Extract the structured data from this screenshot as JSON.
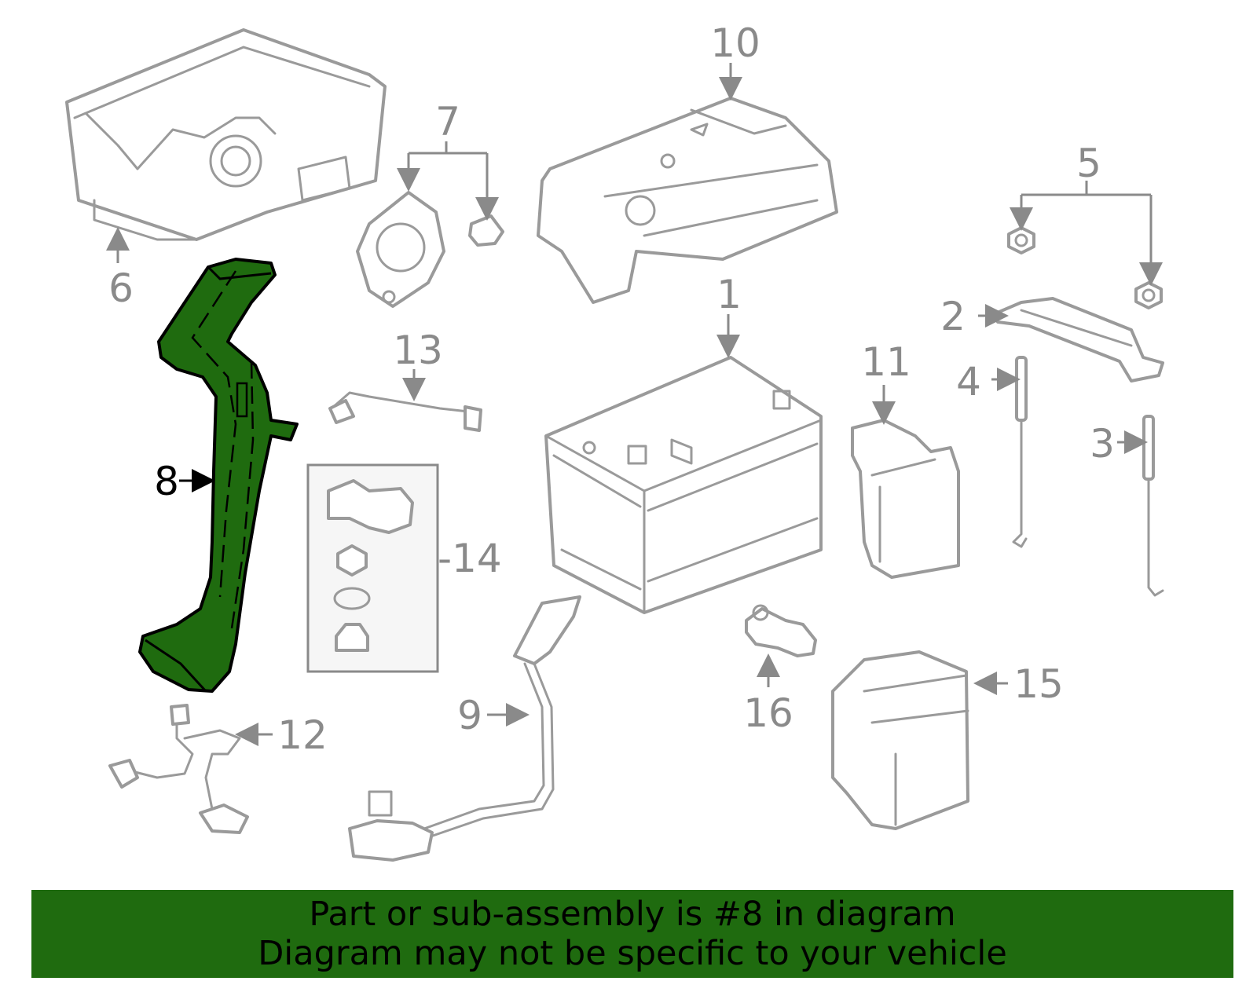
{
  "callouts": [
    {
      "id": "1",
      "text": "1"
    },
    {
      "id": "2",
      "text": "2"
    },
    {
      "id": "3",
      "text": "3"
    },
    {
      "id": "4",
      "text": "4"
    },
    {
      "id": "5",
      "text": "5"
    },
    {
      "id": "6",
      "text": "6"
    },
    {
      "id": "7",
      "text": "7"
    },
    {
      "id": "8",
      "text": "8",
      "highlighted": true
    },
    {
      "id": "9",
      "text": "9"
    },
    {
      "id": "10",
      "text": "10"
    },
    {
      "id": "11",
      "text": "11"
    },
    {
      "id": "12",
      "text": "12"
    },
    {
      "id": "13",
      "text": "13"
    },
    {
      "id": "14",
      "text": "-14"
    },
    {
      "id": "15",
      "text": "15"
    },
    {
      "id": "16",
      "text": "16"
    }
  ],
  "highlight_color": "#1f6b0f",
  "banner": {
    "line1": "Part or sub-assembly is #8 in diagram",
    "line2": "Diagram may not be specific to your vehicle"
  }
}
